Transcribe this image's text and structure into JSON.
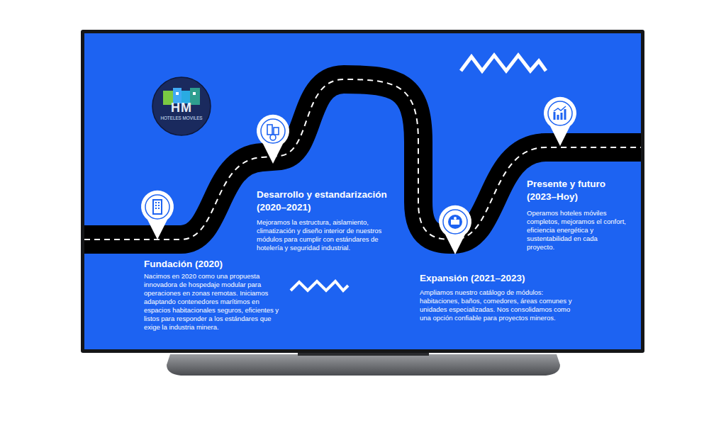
{
  "diagram": {
    "nodes": [
      {
        "text": [
          "HM",
          "HOTELES MOVILES"
        ]
      }
    ],
    "labels": [
      "Fundación (2020)",
      "Nacimos en 2020 como una propuesta innovadora de hospedaje modular para operaciones en zonas remotas. Iniciamos adaptando contenedores marítimos en espacios habitacionales seguros, eficientes y listos para responder a los estándares que exige la industria minera.",
      "Desarrollo y estandarización (2020–2021)",
      "Mejoramos la estructura, aislamiento, climatización y diseño interior de nuestros módulos para cumplir con estándares de hotelería y seguridad industrial.",
      "Expansión (2021–2023)",
      "Ampliamos nuestro catálogo de módulos: habitaciones, baños, comedores, áreas comunes y unidades especializadas. Nos consolidamos como una opción confiable para proyectos mineros.",
      "Presente y futuro (2023–Hoy)",
      "Operamos hoteles móviles completos, mejoramos el confort, eficiencia energética y sustentabilidad en cada proyecto."
    ]
  }
}
